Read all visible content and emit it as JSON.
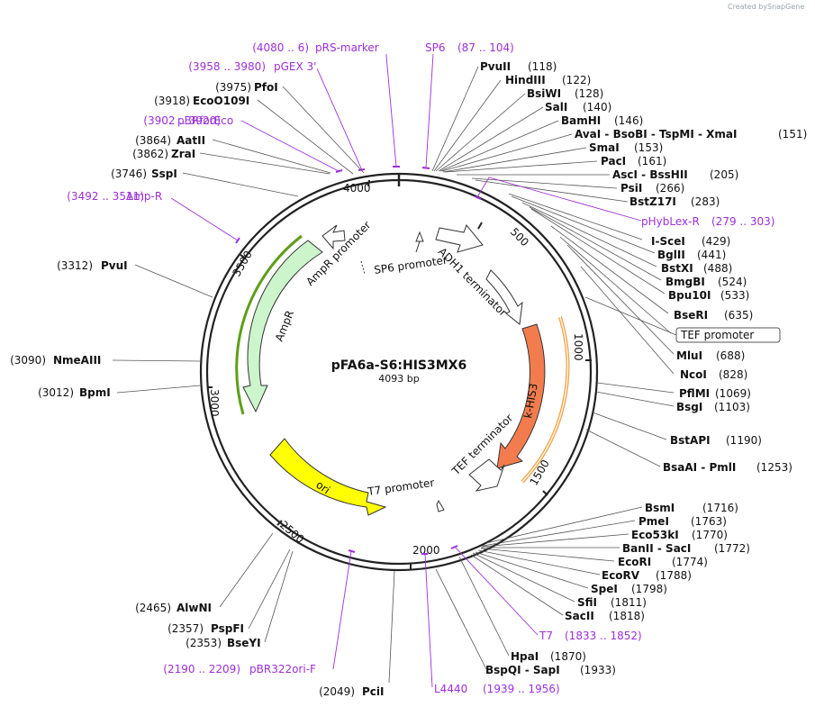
{
  "plasmid": {
    "name": "pFA6a-S6:HIS3MX6",
    "size_label": "4093 bp"
  },
  "credit": {
    "prefix": "Created by",
    "brand": "SnapGene"
  },
  "ticks": [
    {
      "label": "500"
    },
    {
      "label": "1000"
    },
    {
      "label": "1500"
    },
    {
      "label": "2000"
    },
    {
      "label": "2500"
    },
    {
      "label": "3000"
    },
    {
      "label": "3500"
    },
    {
      "label": "4000"
    }
  ],
  "features": [
    {
      "name": "SP6 promoter"
    },
    {
      "name": "ADH1 terminator"
    },
    {
      "name": "k-HIS3"
    },
    {
      "name": "TEF terminator"
    },
    {
      "name": "T7 promoter"
    },
    {
      "name": "ori"
    },
    {
      "name": "AmpR"
    },
    {
      "name": "AmpR promoter"
    }
  ],
  "enzymes_right": [
    {
      "name": "PvuII",
      "pos": "(118)"
    },
    {
      "name": "HindIII",
      "pos": "(122)"
    },
    {
      "name": "BsiWI",
      "pos": "(128)"
    },
    {
      "name": "SalI",
      "pos": "(140)"
    },
    {
      "name": "BamHI",
      "pos": "(146)"
    },
    {
      "name": "AvaI - BsoBI - TspMI - XmaI",
      "pos": "(151)"
    },
    {
      "name": "SmaI",
      "pos": "(153)"
    },
    {
      "name": "PacI",
      "pos": "(161)"
    },
    {
      "name": "AscI - BssHII",
      "pos": "(205)"
    },
    {
      "name": "PsiI",
      "pos": "(266)"
    },
    {
      "name": "BstZ17I",
      "pos": "(283)"
    },
    {
      "name": "I-SceI",
      "pos": "(429)"
    },
    {
      "name": "BglII",
      "pos": "(441)"
    },
    {
      "name": "BstXI",
      "pos": "(488)"
    },
    {
      "name": "BmgBI",
      "pos": "(524)"
    },
    {
      "name": "Bpu10I",
      "pos": "(533)"
    },
    {
      "name": "BseRI",
      "pos": "(635)"
    },
    {
      "name": "MluI",
      "pos": "(688)"
    },
    {
      "name": "NcoI",
      "pos": "(828)"
    },
    {
      "name": "PflMI",
      "pos": "(1069)"
    },
    {
      "name": "BsgI",
      "pos": "(1103)"
    },
    {
      "name": "BstAPI",
      "pos": "(1190)"
    },
    {
      "name": "BsaAI - PmlI",
      "pos": "(1253)"
    },
    {
      "name": "BsmI",
      "pos": "(1716)"
    },
    {
      "name": "PmeI",
      "pos": "(1763)"
    },
    {
      "name": "Eco53kI",
      "pos": "(1770)"
    },
    {
      "name": "BanII - SacI",
      "pos": "(1772)"
    },
    {
      "name": "EcoRI",
      "pos": "(1774)"
    },
    {
      "name": "EcoRV",
      "pos": "(1788)"
    },
    {
      "name": "SpeI",
      "pos": "(1798)"
    },
    {
      "name": "SfiI",
      "pos": "(1811)"
    },
    {
      "name": "SacII",
      "pos": "(1818)"
    },
    {
      "name": "HpaI",
      "pos": "(1870)"
    },
    {
      "name": "BspQI - SapI",
      "pos": "(1933)"
    }
  ],
  "enzymes_left": [
    {
      "name": "PfoI",
      "pos": "(3975)"
    },
    {
      "name": "EcoO109I",
      "pos": "(3918)"
    },
    {
      "name": "AatII",
      "pos": "(3864)"
    },
    {
      "name": "ZraI",
      "pos": "(3862)"
    },
    {
      "name": "SspI",
      "pos": "(3746)"
    },
    {
      "name": "PvuI",
      "pos": "(3312)"
    },
    {
      "name": "NmeAIII",
      "pos": "(3090)"
    },
    {
      "name": "BpmI",
      "pos": "(3012)"
    },
    {
      "name": "AlwNI",
      "pos": "(2465)"
    },
    {
      "name": "PspFI",
      "pos": "(2357)"
    },
    {
      "name": "BseYI",
      "pos": "(2353)"
    },
    {
      "name": "PciI",
      "pos": "(2049)"
    }
  ],
  "primers": [
    {
      "range": "(4080 .. 6)",
      "name": "pRS-marker"
    },
    {
      "range": "(87 .. 104)",
      "name": "SP6"
    },
    {
      "range": "(3958 .. 3980)",
      "name": "pGEX 3'"
    },
    {
      "range": "(3902 .. 3920)",
      "name": "pBRforEco"
    },
    {
      "range": "(3492 .. 3511)",
      "name": "Amp-R"
    },
    {
      "range": "(279 .. 303)",
      "name": "pHybLex-R"
    },
    {
      "range": "(1833 .. 1852)",
      "name": "T7"
    },
    {
      "range": "(2190 .. 2209)",
      "name": "pBR322ori-F"
    },
    {
      "range": "(1939 .. 1956)",
      "name": "L4440"
    }
  ],
  "boxed_feature": {
    "name": "TEF promoter"
  },
  "colors": {
    "khis3": "#f27c4e",
    "ampr": "#ccf5cc",
    "ori": "#ffff00",
    "primer": "#9b30d9",
    "orange_arc": "#f0a24a",
    "green_arc": "#5e9e18"
  }
}
